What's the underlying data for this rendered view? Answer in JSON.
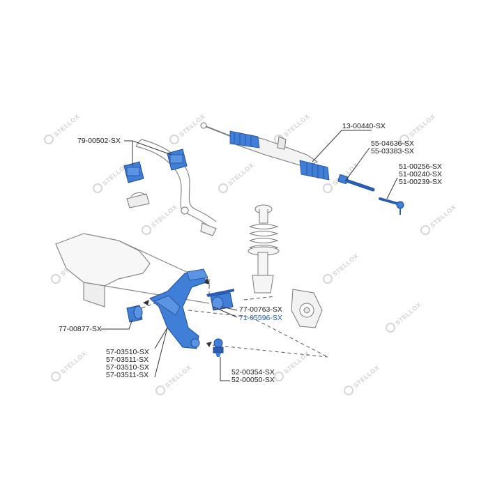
{
  "colors": {
    "part_fill": "#3f7fd8",
    "part_dark": "#2a5db0",
    "outline": "#777777",
    "line": "#333333",
    "label_text": "#1a1a1a",
    "highlight_text": "#2f5aa8",
    "watermark": "#cfcfcf"
  },
  "watermark": {
    "text": "STELLOX",
    "logo": "stellox-logo-icon"
  },
  "labels": {
    "stab_bushing": [
      "79-00502-SX"
    ],
    "steering_rack": [
      "13-00440-SX"
    ],
    "tie_rod": [
      "55-04636-SX",
      "55-03383-SX"
    ],
    "tie_rod_end": [
      "51-00256-SX",
      "51-00240-SX",
      "51-00239-SX"
    ],
    "arm_bushing_rear": [
      "77-00763-SX"
    ],
    "arm_bracket": [
      "71-05596-SX"
    ],
    "arm_bushing_front": [
      "77-00877-SX"
    ],
    "control_arm": [
      "57-03510-SX",
      "57-03511-SX",
      "57-03510-SX",
      "57-03511-SX"
    ],
    "ball_joint": [
      "52-00354-SX",
      "52-00050-SX"
    ]
  }
}
